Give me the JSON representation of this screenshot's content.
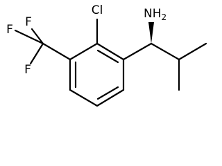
{
  "molecule": {
    "atoms": {
      "chlorine": "Cl",
      "amine_n": "N",
      "amine_h": "H",
      "amine_h_count": "2",
      "fluorine_top": "F",
      "fluorine_left": "F",
      "fluorine_bottom": "F"
    },
    "colors": {
      "bond": "#000000",
      "label": "#000000",
      "background": "#ffffff"
    }
  }
}
